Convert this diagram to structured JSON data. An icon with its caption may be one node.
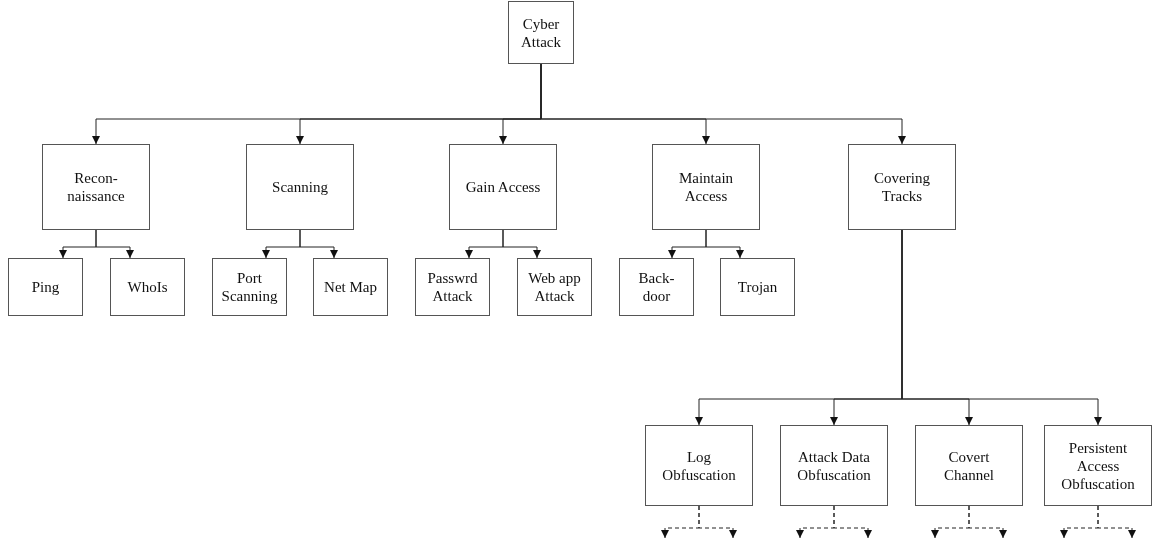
{
  "diagram": {
    "nodes": [
      {
        "text": [
          "Cyber Attack"
        ]
      },
      {
        "text": [
          "Recon- naissance"
        ]
      },
      {
        "text": [
          "Scanning"
        ]
      },
      {
        "text": [
          "Gain Access"
        ]
      },
      {
        "text": [
          "Maintain Access"
        ]
      },
      {
        "text": [
          "Covering Tracks"
        ]
      },
      {
        "text": [
          "Ping"
        ]
      },
      {
        "text": [
          "WhoIs"
        ]
      },
      {
        "text": [
          "Port Scanning"
        ]
      },
      {
        "text": [
          "Net Map"
        ]
      },
      {
        "text": [
          "Passwrd Attack"
        ]
      },
      {
        "text": [
          "Web app Attack"
        ]
      },
      {
        "text": [
          "Back- door"
        ]
      },
      {
        "text": [
          "Trojan"
        ]
      },
      {
        "text": [
          "Log Obfuscation"
        ]
      },
      {
        "text": [
          "Attack Data Obfuscation"
        ]
      },
      {
        "text": [
          "Covert Channel"
        ]
      },
      {
        "text": [
          "Persistent Access Obfuscation"
        ]
      }
    ],
    "edges": [
      {
        "from": 0,
        "to": 1,
        "arrow": "to"
      },
      {
        "from": 0,
        "to": 2,
        "arrow": "to"
      },
      {
        "from": 0,
        "to": 3,
        "arrow": "to"
      },
      {
        "from": 0,
        "to": 4,
        "arrow": "to"
      },
      {
        "from": 0,
        "to": 5,
        "arrow": "to"
      },
      {
        "from": 1,
        "to": 6,
        "arrow": "to"
      },
      {
        "from": 1,
        "to": 7,
        "arrow": "to"
      },
      {
        "from": 2,
        "to": 8,
        "arrow": "to"
      },
      {
        "from": 2,
        "to": 9,
        "arrow": "to"
      },
      {
        "from": 3,
        "to": 10,
        "arrow": "to"
      },
      {
        "from": 3,
        "to": 11,
        "arrow": "to"
      },
      {
        "from": 4,
        "to": 12,
        "arrow": "to"
      },
      {
        "from": 4,
        "to": 13,
        "arrow": "to"
      },
      {
        "from": 5,
        "to": 14,
        "arrow": "to"
      },
      {
        "from": 5,
        "to": 15,
        "arrow": "to"
      },
      {
        "from": 5,
        "to": 16,
        "arrow": "to"
      },
      {
        "from": 5,
        "to": 17,
        "arrow": "to"
      },
      {
        "from": 14,
        "to": null,
        "arrow": "to",
        "style": "dashed"
      },
      {
        "from": 14,
        "to": null,
        "arrow": "to",
        "style": "dashed"
      },
      {
        "from": 15,
        "to": null,
        "arrow": "to",
        "style": "dashed"
      },
      {
        "from": 15,
        "to": null,
        "arrow": "to",
        "style": "dashed"
      },
      {
        "from": 16,
        "to": null,
        "arrow": "to",
        "style": "dashed"
      },
      {
        "from": 16,
        "to": null,
        "arrow": "to",
        "style": "dashed"
      },
      {
        "from": 17,
        "to": null,
        "arrow": "to",
        "style": "dashed"
      },
      {
        "from": 17,
        "to": null,
        "arrow": "to",
        "style": "dashed"
      }
    ]
  }
}
